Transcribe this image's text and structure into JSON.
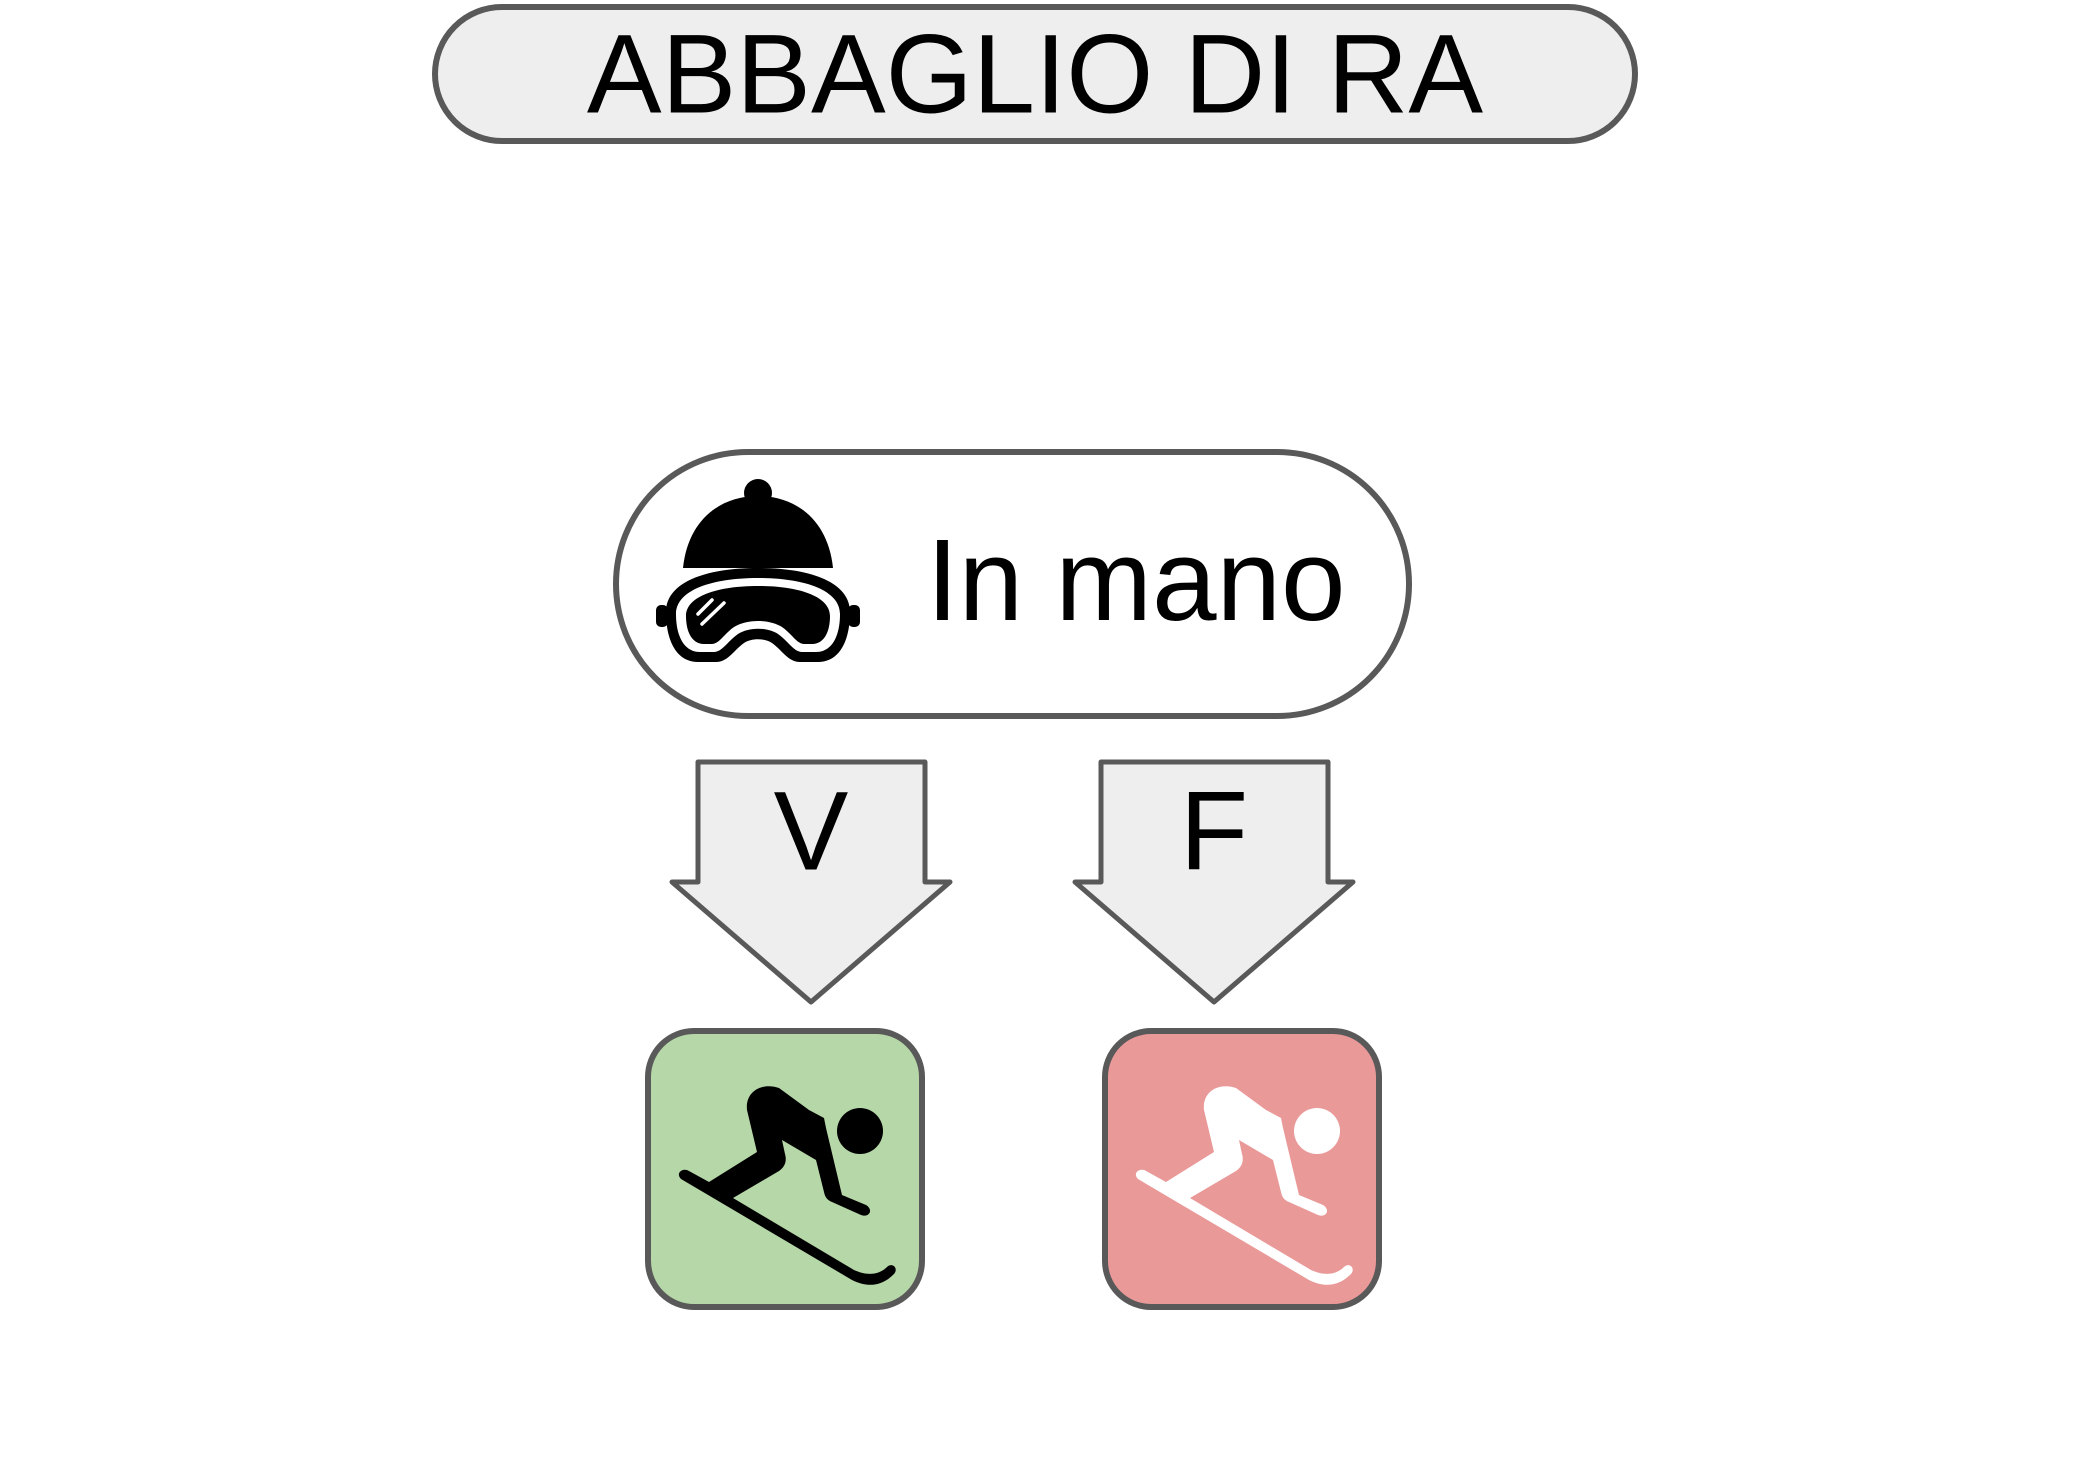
{
  "title": "ABBAGLIO DI RA",
  "question": {
    "icon": "ski-goggles-helmet-icon",
    "text": "In mano"
  },
  "branches": [
    {
      "label": "V",
      "result_icon": "downhill-skier-icon",
      "result_color": "#B6D7A8",
      "icon_color": "#000000"
    },
    {
      "label": "F",
      "result_icon": "downhill-skier-icon",
      "result_color": "#EA9999",
      "icon_color": "#FFFFFF"
    }
  ],
  "colors": {
    "box_fill": "#EEEEEE",
    "stroke": "#595959"
  }
}
